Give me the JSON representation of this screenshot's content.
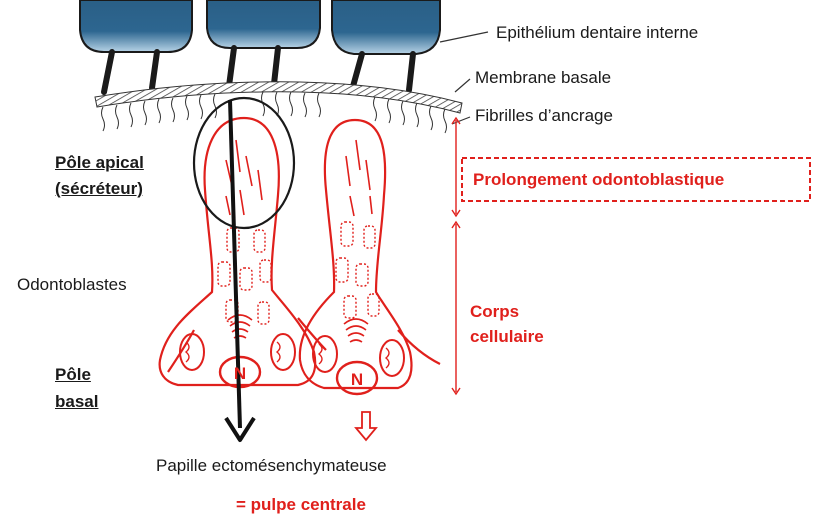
{
  "labels": {
    "epithelium": "Epithélium dentaire interne",
    "membrane": "Membrane basale",
    "fibrilles": "Fibrilles d’ancrage",
    "pole_apical_line1": "Pôle apical",
    "pole_apical_line2": "(sécréteur)",
    "prolongement": "Prolongement odontoblastique",
    "odontoblastes": "Odontoblastes",
    "corps_line1": "Corps",
    "corps_line2": "cellulaire",
    "pole_basal_line1": "Pôle",
    "pole_basal_line2": "basal",
    "nucleus_left": "N",
    "nucleus_right": "N",
    "papille": "Papille ectomésenchymateuse",
    "pulpe": "= pulpe centrale"
  },
  "colors": {
    "cell_red": "#e0201c",
    "epithelium_blue_dark": "#1f4f73",
    "epithelium_blue_light": "#8fb9d6",
    "text_dark": "#1a1a1a"
  }
}
